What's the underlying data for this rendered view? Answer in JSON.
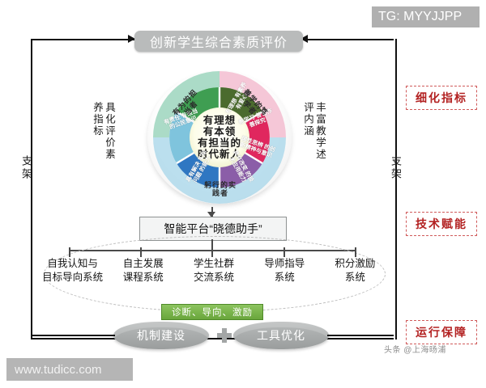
{
  "title": "创新学生综合素质评价",
  "scaffold": {
    "left_label": "支架",
    "right_label": "支架"
  },
  "annotations": {
    "left": "具化评价素养指标",
    "right": "丰富教学述评内涵"
  },
  "wheel": {
    "center": "有理想\n有本领\n有担当的\n时代新人",
    "outer_arcs": [
      {
        "label": "有为的担当者",
        "color": "#8fcfb4",
        "position": "upper-left"
      },
      {
        "label": "善学的笃学者",
        "color": "#f3b9cd",
        "position": "upper-right"
      },
      {
        "label": "躬行的实践者",
        "color": "#aad7ea",
        "position": "bottom"
      }
    ],
    "segments": [
      {
        "label": "有理想 有素养 有爱心",
        "color": "#4b6b2e",
        "angle": "top"
      },
      {
        "label": "善学习 善合作 善探究",
        "color": "#e0275e",
        "angle": "top-right"
      },
      {
        "label": "理性思辨 的创新精神与意识",
        "color": "#8b5ea8",
        "angle": "right"
      },
      {
        "label": "具有改变 的技术应用能力",
        "color": "#2f77c2",
        "angle": "bottom-right"
      },
      {
        "label": "具有解决 实际问题 的能力",
        "color": "#7fc4dd",
        "angle": "bottom-left"
      },
      {
        "label": "有责任 有担当 的公民意识",
        "color": "#3f9e52",
        "angle": "left"
      }
    ]
  },
  "platform": "智能平台“晓德助手”",
  "systems": [
    "自我认知与\n目标导向系统",
    "自主发展\n课程系统",
    "学生社群\n交流系统",
    "导师指导\n系统",
    "积分激励\n系统"
  ],
  "green_bar": "诊断、导向、激励",
  "foundation": {
    "left": "机制建设",
    "operator": "plus-icon",
    "right": "工具优化"
  },
  "callouts": [
    "细化指标",
    "技术赋能",
    "运行保障"
  ],
  "watermarks": {
    "top_right": "TG: MYYJJPP",
    "bottom_left": "www.tudicc.com",
    "bottom_right": "头条 @上海旸浦"
  },
  "colors": {
    "accent_red": "#b32222",
    "green": "#6aa63c",
    "frame": "#111111",
    "pill": "#b9bbbb"
  }
}
